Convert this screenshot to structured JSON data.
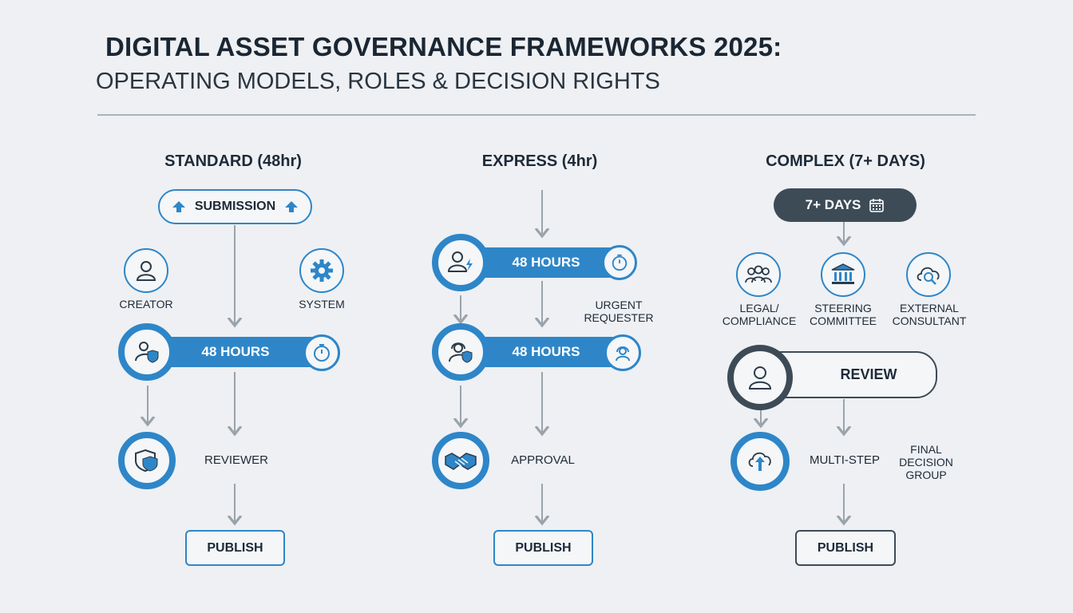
{
  "header": {
    "title": "DIGITAL ASSET GOVERNANCE FRAMEWORKS 2025:",
    "subtitle": "OPERATING MODELS, ROLES & DECISION RIGHTS"
  },
  "colors": {
    "accent": "#2e86c8",
    "dark": "#3d4b57",
    "background": "#eef0f3"
  },
  "standard": {
    "title": "STANDARD (48hr)",
    "submission": "SUBMISSION",
    "creator": "CREATOR",
    "system": "SYSTEM",
    "hours": "48 HOURS",
    "reviewer": "REVIEWER",
    "publish": "PUBLISH"
  },
  "express": {
    "title": "EXPRESS (4hr)",
    "hours_top": "48 HOURS",
    "urgent_line1": "URGENT",
    "urgent_line2": "REQUESTER",
    "hours_mid": "48 HOURS",
    "approval": "APPROVAL",
    "publish": "PUBLISH"
  },
  "complex": {
    "title": "COMPLEX (7+ DAYS)",
    "days": "7+ DAYS",
    "legal_line1": "LEGAL/",
    "legal_line2": "COMPLIANCE",
    "steering_line1": "STEERING",
    "steering_line2": "COMMITTEE",
    "external_line1": "EXTERNAL",
    "external_line2": "CONSULTANT",
    "review": "REVIEW",
    "multistep": "MULTI-STEP",
    "final_line1": "FINAL",
    "final_line2": "DECISION",
    "final_line3": "GROUP",
    "publish": "PUBLISH"
  }
}
